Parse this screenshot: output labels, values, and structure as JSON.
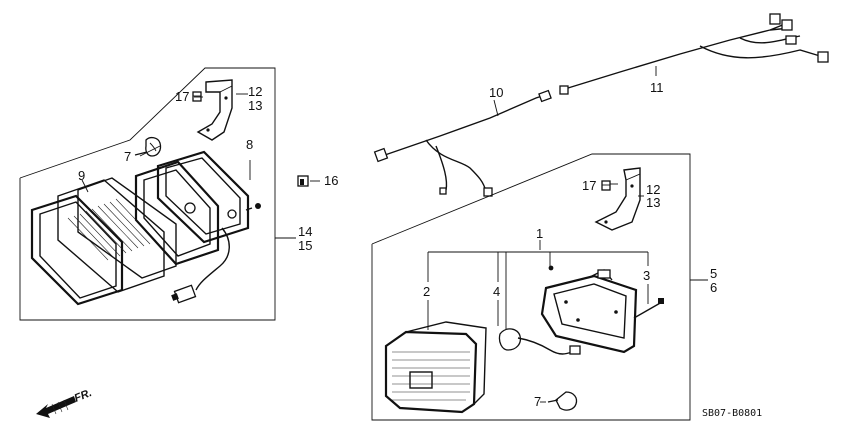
{
  "callouts": {
    "c1": "1",
    "c2": "2",
    "c3": "3",
    "c4": "4",
    "c5": "5",
    "c6": "6",
    "c7a": "7",
    "c7b": "7",
    "c8": "8",
    "c9": "9",
    "c10": "10",
    "c11": "11",
    "c12a": "12",
    "c13a": "13",
    "c12b": "12",
    "c13b": "13",
    "c14": "14",
    "c15": "15",
    "c16": "16",
    "c17a": "17",
    "c17b": "17"
  },
  "direction_label": "FR.",
  "diagram_code": "SB07-B0801"
}
